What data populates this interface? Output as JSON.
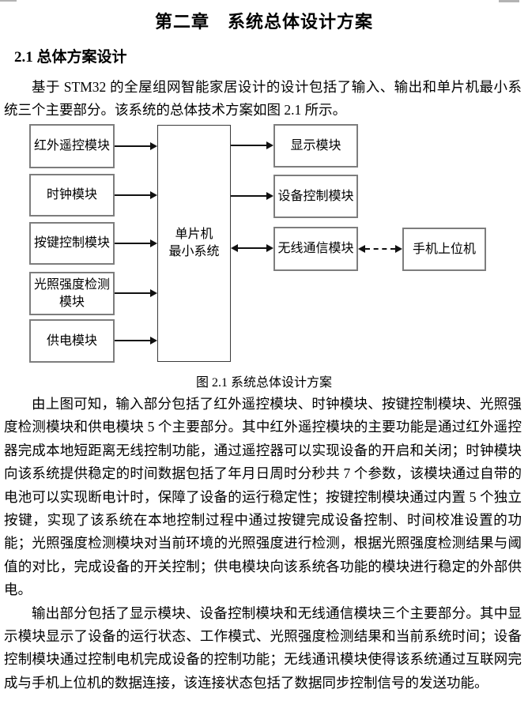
{
  "page": {
    "chapter_title": "第二章　系统总体设计方案",
    "section_heading": "2.1 总体方案设计",
    "paragraph_intro": "基于 STM32 的全屋组网智能家居设计的设计包括了输入、输出和单片机最小系统三个主要部分。该系统的总体技术方案如图 2.1 所示。",
    "paragraph_input": "由上图可知，输入部分包括了红外遥控模块、时钟模块、按键控制模块、光照强度检测模块和供电模块 5 个主要部分。其中红外遥控模块的主要功能是通过红外遥控器完成本地短距离无线控制功能，通过遥控器可以实现设备的开启和关闭；时钟模块向该系统提供稳定的时间数据包括了年月日周时分秒共 7 个参数，该模块通过自带的电池可以实现断电计时，保障了设备的运行稳定性；按键控制模块通过内置 5 个独立按键，实现了该系统在本地控制过程中通过按键完成设备控制、时间校准设置的功能；光照强度检测模块对当前环境的光照强度进行检测，根据光照强度检测结果与阈值的对比，完成设备的开关控制；供电模块向该系统各功能的模块进行稳定的外部供电。",
    "paragraph_output": "输出部分包括了显示模块、设备控制模块和无线通信模块三个主要部分。其中显示模块显示了设备的运行状态、工作模式、光照强度检测结果和当前系统时间；设备控制模块通过控制电机完成设备的控制功能；无线通讯模块使得该系统通过互联网完成与手机上位机的数据连接，该连接状态包括了数据同步控制信号的发送功能。"
  },
  "figure": {
    "caption": "图 2.1 系统总体设计方案",
    "input_modules": [
      "红外遥控模块",
      "时钟模块",
      "按键控制模块",
      "光照强度检测模块",
      "供电模块"
    ],
    "mcu": {
      "line1": "单片机",
      "line2": "最小系统"
    },
    "output_modules": [
      "显示模块",
      "设备控制模块",
      "无线通信模块"
    ],
    "remote_host": "手机上位机",
    "connections": {
      "inputs_to_mcu": "solid arrow, input module → MCU",
      "mcu_to_display": "solid arrow, MCU → 显示模块",
      "mcu_to_device_control": "solid arrow, MCU → 设备控制模块",
      "mcu_wireless": "solid double-headed arrow, MCU ↔ 无线通信模块",
      "wireless_phone": "dashed double-headed arrow, 无线通信模块 ↔ 手机上位机"
    },
    "colors": {
      "module_border": "#7d7d7d",
      "mcu_border": "#3a3a3a",
      "line": "#111111",
      "text": "#000000"
    }
  }
}
